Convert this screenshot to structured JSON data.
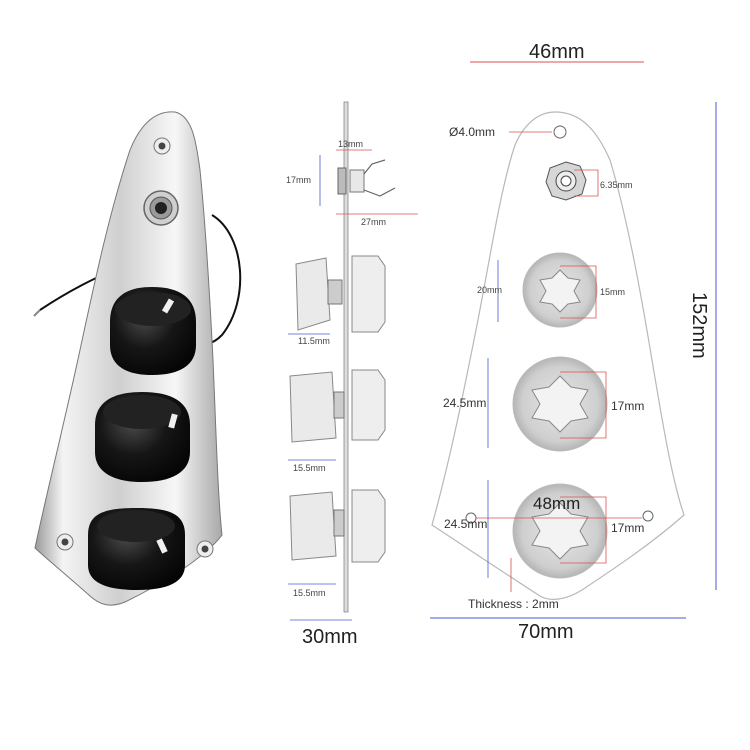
{
  "colors": {
    "dim_red": "#d9534f",
    "dim_blue": "#4a5bd0",
    "plate_outline": "#b8b8b8",
    "knob_black": "#151515",
    "chrome": "#dcdcdc"
  },
  "icons": [
    "control-plate-photo",
    "side-profile",
    "outline-drawing",
    "output-jack",
    "control-knob",
    "mounting-hole",
    "wire"
  ],
  "labels": {
    "top_width": "46mm",
    "hole_diameter": "Ø4.0mm",
    "jack_size": "6.35mm",
    "side_13": "13mm",
    "side_17": "17mm",
    "side_27": "27mm",
    "depth_20": "20mm",
    "knob_15": "15mm",
    "side_11_5": "11.5mm",
    "depth_24_5_a": "24.5mm",
    "knob_17_a": "17mm",
    "side_15_5_a": "15.5mm",
    "hole_spacing": "48mm",
    "depth_24_5_b": "24.5mm",
    "knob_17_b": "17mm",
    "side_15_5_b": "15.5mm",
    "thickness": "Thickness : 2mm",
    "height": "152mm",
    "side_width": "30mm",
    "bottom_width": "70mm"
  }
}
